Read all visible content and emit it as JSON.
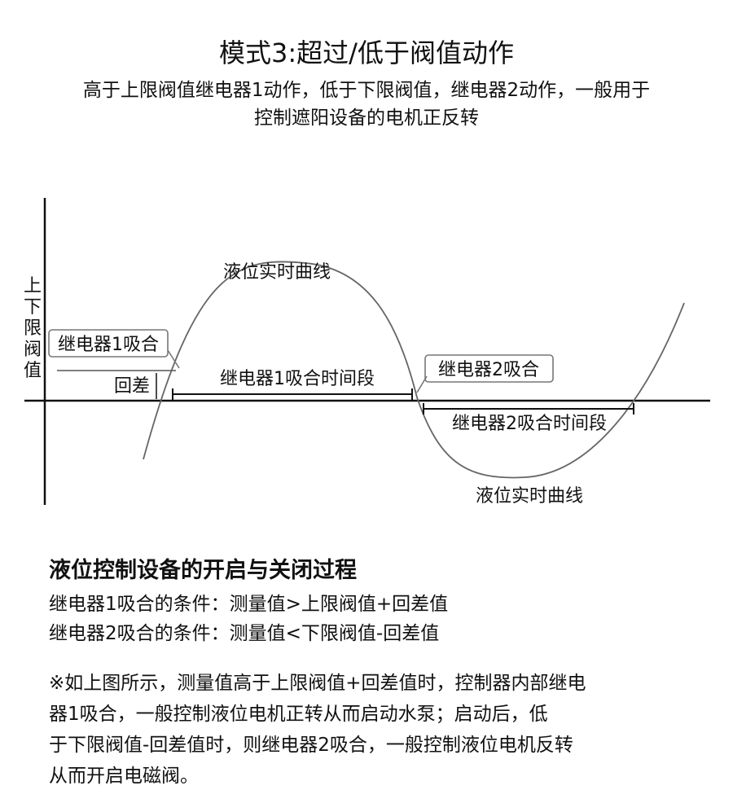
{
  "header": {
    "title": "模式3:超过/低于阀值动作",
    "subtitle_lines": [
      "高于上限阀值继电器1动作，低于下限阀值，继电器2动作，一般用于",
      "控制遮阳设备的电机正反转"
    ]
  },
  "diagram": {
    "y_axis_label_chars": [
      "上",
      "下",
      "限",
      "阀",
      "值"
    ],
    "curve_label_top": "液位实时曲线",
    "curve_label_bottom": "液位实时曲线",
    "relay1_callout": "继电器1吸合",
    "relay2_callout": "继电器2吸合",
    "hysteresis_label": "回差",
    "relay1_period_label": "继电器1吸合时间段",
    "relay2_period_label": "继电器2吸合时间段"
  },
  "process": {
    "heading": "液位控制设备的开启与关闭过程",
    "condition1": "继电器1吸合的条件：测量值>上限阀值+回差值",
    "condition2": "继电器2吸合的条件：测量值<下限阀值-回差值",
    "note_lines": [
      "※如上图所示，测量值高于上限阀值+回差值时，控制器内部继电",
      "器1吸合，一般控制液位电机正转从而启动水泵；启动后，低",
      "于下限阀值-回差值时，则继电器2吸合，一般控制液位电机反转",
      "从而开启电磁阀。"
    ]
  }
}
